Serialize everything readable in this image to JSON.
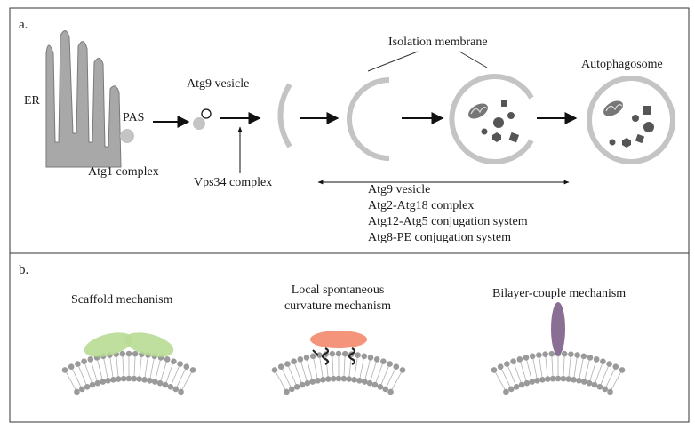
{
  "panel_a": {
    "label": "a.",
    "er": "ER",
    "pas": "PAS",
    "atg1_complex": "Atg1 complex",
    "atg9_vesicle": "Atg9 vesicle",
    "vps34_complex": "Vps34 complex",
    "isolation_membrane": "Isolation membrane",
    "autophagosome": "Autophagosome",
    "factors": [
      "Atg9 vesicle",
      "Atg2-Atg18 complex",
      "Atg12-Atg5 conjugation system",
      "Atg8-PE conjugation system"
    ]
  },
  "panel_b": {
    "label": "b.",
    "mechanisms": [
      "Scaffold mechanism",
      "Local spontaneous curvature mechanism",
      "Bilayer-couple mechanism"
    ],
    "mechanism_lines": [
      [
        "Scaffold mechanism"
      ],
      [
        "Local spontaneous",
        "curvature mechanism"
      ],
      [
        "Bilayer-couple mechanism"
      ]
    ]
  },
  "colors": {
    "er_fill": "#a8a8a8",
    "membrane_gray": "#c4c4c4",
    "cargo_gray": "#555555",
    "scaffold_green": "#b7dc93",
    "spontaneous_orange": "#f4957b",
    "bilayer_purple": "#8b6e93",
    "lipid_head": "#9a9a9a"
  }
}
